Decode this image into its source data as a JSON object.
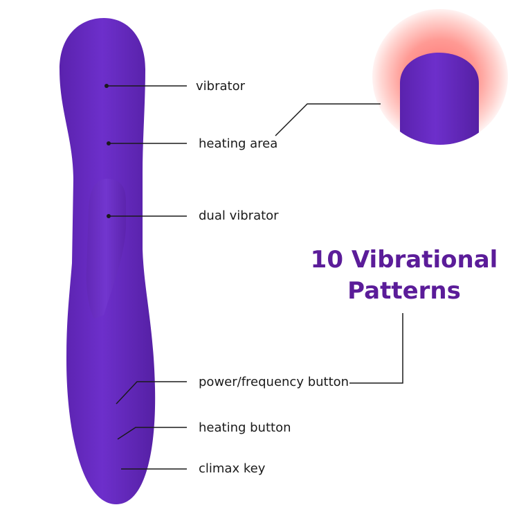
{
  "product": {
    "name": "purple-dual-vibrator",
    "color": "#6a2cc6",
    "heat_glow_color": "#ff8f8f"
  },
  "labels": {
    "vibrator": "vibrator",
    "heating_area": "heating area",
    "dual_vibrator": "dual vibrator",
    "power_frequency_button": "power/frequency button",
    "heating_button": "heating button",
    "climax_key": "climax key"
  },
  "headline": {
    "line1": "10 Vibrational",
    "line2": "Patterns"
  }
}
